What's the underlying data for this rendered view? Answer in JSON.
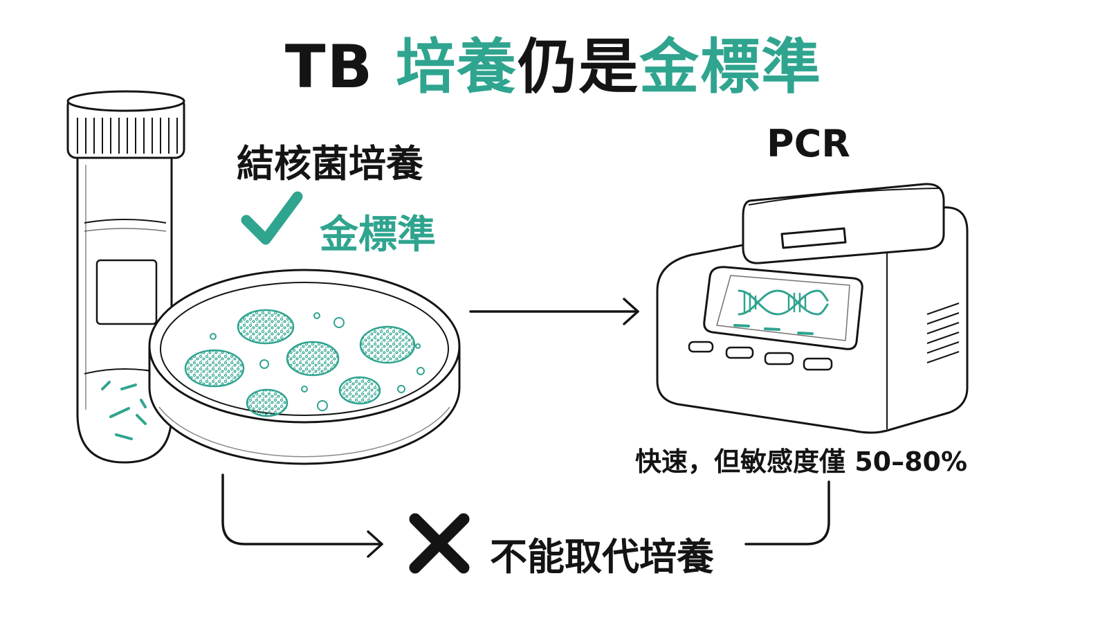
{
  "title": {
    "prefix": "TB ",
    "teal1": "培養",
    "middle": "仍是",
    "teal2": "金標準"
  },
  "culture": {
    "heading": "結核菌培養",
    "gold_label": "金標準"
  },
  "pcr": {
    "heading": "PCR",
    "note": "快速，但敏感度僅 50–80%"
  },
  "conclusion": {
    "label": "不能取代培養"
  },
  "colors": {
    "accent": "#2fa48f",
    "ink": "#141414"
  },
  "icons": [
    "check-icon",
    "cross-icon",
    "dna-icon"
  ]
}
